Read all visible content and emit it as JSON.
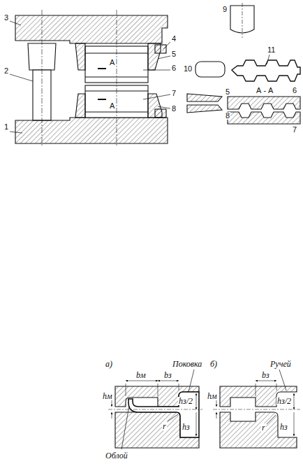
{
  "diagram": {
    "labels": [
      "1",
      "2",
      "3",
      "4",
      "5",
      "6",
      "7",
      "8",
      "А",
      "А",
      "9",
      "10",
      "11",
      "5",
      "8",
      "А - А",
      "6",
      "7",
      "а)",
      "Поковка",
      "hм",
      "bм",
      "bз",
      "hз/2",
      "hз",
      "r",
      "Облой",
      "б)",
      "Ручей",
      "bз",
      "hм",
      "hз/2",
      "hз",
      "r"
    ]
  }
}
